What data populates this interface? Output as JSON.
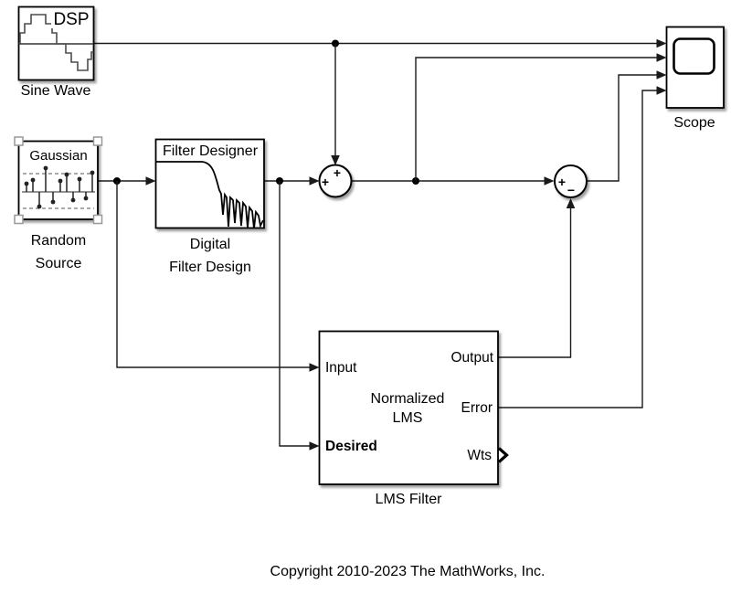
{
  "model": {
    "blocks": {
      "sine_wave": {
        "icon_text": "DSP",
        "label": "Sine Wave"
      },
      "random_source": {
        "icon_text": "Gaussian",
        "label_line1": "Random",
        "label_line2": "Source"
      },
      "digital_filter_design": {
        "icon_text": "Filter Designer",
        "label_line1": "Digital",
        "label_line2": "Filter Design"
      },
      "sum_add": {
        "sign_left": "+",
        "sign_top": "+"
      },
      "sum_subtract": {
        "sign_left": "+",
        "sign_bottom": "−"
      },
      "lms_filter": {
        "label": "LMS Filter",
        "algorithm_line1": "Normalized",
        "algorithm_line2": "LMS",
        "ports": {
          "input": "Input",
          "desired": "Desired",
          "output": "Output",
          "error": "Error",
          "wts": "Wts"
        }
      },
      "scope": {
        "label": "Scope"
      }
    },
    "annotation": {
      "copyright": "Copyright 2010-2023 The MathWorks, Inc."
    }
  },
  "colors": {
    "background": "#ffffff",
    "wire": "#1a1a1a",
    "block_border": "#000000",
    "icon_stroke": "#4d4d4d",
    "dashed_guide": "#777777"
  }
}
